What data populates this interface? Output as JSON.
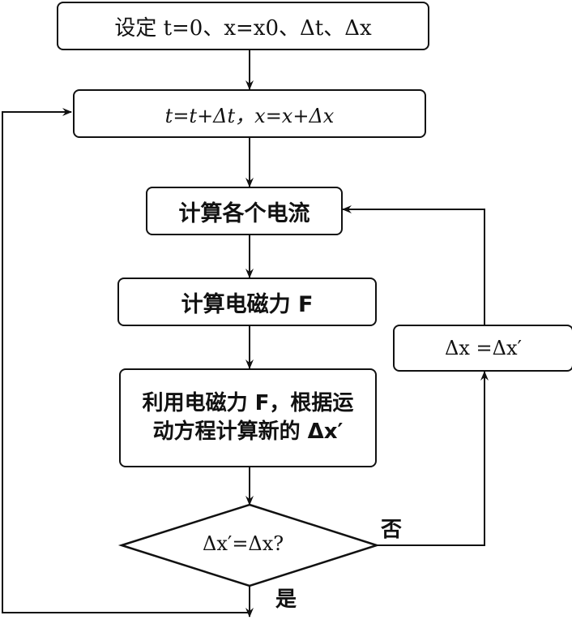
{
  "nodes": {
    "init": "设定 t=0、x=x0、Δt、Δx",
    "update": "t=t+Δt，x=x+Δx",
    "calc_current": "计算各个电流",
    "calc_force": "计算电磁力 F",
    "motion_line1": "利用电磁力 F，根据运",
    "motion_line2": "动方程计算新的 Δx′",
    "assign": "Δx =Δx′",
    "decision": "Δx′=Δx?"
  },
  "edge_labels": {
    "no": "否",
    "yes": "是"
  },
  "colors": {
    "stroke": "#111111",
    "background": "#ffffff"
  }
}
